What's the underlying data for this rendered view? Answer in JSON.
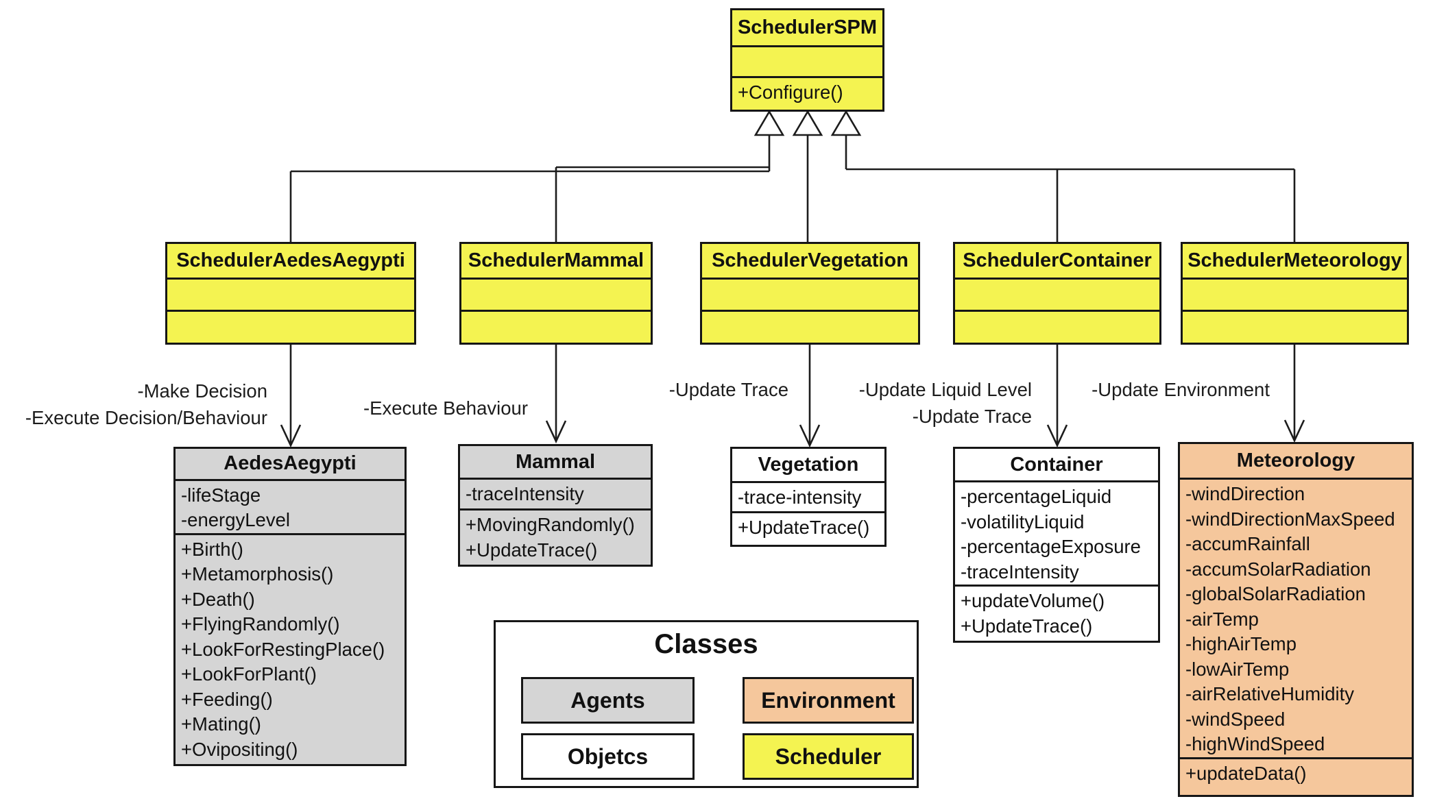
{
  "colors": {
    "scheduler_fill": "#F4F351",
    "agent_fill": "#D5D5D5",
    "object_fill": "#FFFFFF",
    "environment_fill": "#F5C79C",
    "border": "#161616"
  },
  "root_class": {
    "name": "SchedulerSPM",
    "attributes": [],
    "methods": [
      "+Configure()"
    ]
  },
  "scheduler_classes": [
    {
      "name": "SchedulerAedesAegypti"
    },
    {
      "name": "SchedulerMammal"
    },
    {
      "name": "SchedulerVegetation"
    },
    {
      "name": "SchedulerContainer"
    },
    {
      "name": "SchedulerMeteorology"
    }
  ],
  "edge_labels": [
    {
      "lines": [
        "-Make Decision",
        "-Execute Decision/Behaviour"
      ]
    },
    {
      "lines": [
        "-Execute Behaviour"
      ]
    },
    {
      "lines": [
        "-Update Trace"
      ]
    },
    {
      "lines": [
        "-Update Liquid Level",
        "-Update Trace"
      ]
    },
    {
      "lines": [
        "-Update Environment"
      ]
    }
  ],
  "entity_classes": [
    {
      "name": "AedesAegypti",
      "category": "agent",
      "attributes": [
        "-lifeStage",
        "-energyLevel"
      ],
      "methods": [
        "+Birth()",
        "+Metamorphosis()",
        "+Death()",
        "+FlyingRandomly()",
        "+LookForRestingPlace()",
        "+LookForPlant()",
        "+Feeding()",
        "+Mating()",
        "+Ovipositing()"
      ]
    },
    {
      "name": "Mammal",
      "category": "agent",
      "attributes": [
        "-traceIntensity"
      ],
      "methods": [
        "+MovingRandomly()",
        "+UpdateTrace()"
      ]
    },
    {
      "name": "Vegetation",
      "category": "object",
      "attributes": [
        "-trace-intensity"
      ],
      "methods": [
        "+UpdateTrace()"
      ]
    },
    {
      "name": "Container",
      "category": "object",
      "attributes": [
        "-percentageLiquid",
        "-volatilityLiquid",
        "-percentageExposure",
        "-traceIntensity"
      ],
      "methods": [
        "+updateVolume()",
        "+UpdateTrace()"
      ]
    },
    {
      "name": "Meteorology",
      "category": "environment",
      "attributes": [
        "-windDirection",
        "-windDirectionMaxSpeed",
        "-accumRainfall",
        "-accumSolarRadiation",
        "-globalSolarRadiation",
        "-airTemp",
        "-highAirTemp",
        "-lowAirTemp",
        "-airRelativeHumidity",
        "-windSpeed",
        "-highWindSpeed"
      ],
      "methods": [
        "+updateData()"
      ]
    }
  ],
  "legend": {
    "title": "Classes",
    "items": [
      {
        "label": "Agents",
        "category": "agent"
      },
      {
        "label": "Environment",
        "category": "environment"
      },
      {
        "label": "Objetcs",
        "category": "object"
      },
      {
        "label": "Scheduler",
        "category": "scheduler"
      }
    ]
  }
}
